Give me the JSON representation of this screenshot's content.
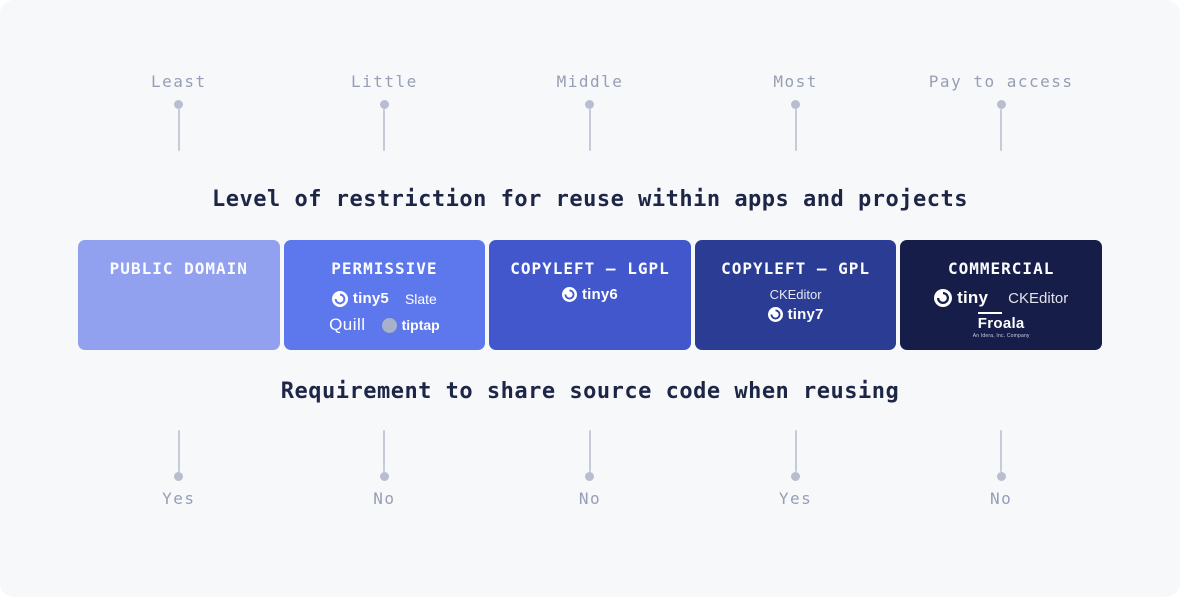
{
  "scale_top": {
    "labels": [
      "Least",
      "Little",
      "Middle",
      "Most",
      "Pay to access"
    ]
  },
  "heading_top": "Level of restriction for reuse within apps and projects",
  "heading_bottom": "Requirement to share source code when reusing",
  "cards": [
    {
      "title": "PUBLIC DOMAIN",
      "bg": "#91a1f0"
    },
    {
      "title": "PERMISSIVE",
      "bg": "#5d77ec",
      "logos": {
        "tiny": "tiny5",
        "slate": "Slate",
        "quill": "Quill",
        "tiptap": "tiptap"
      }
    },
    {
      "title": "COPYLEFT – LGPL",
      "bg": "#4257cb",
      "logos": {
        "tiny": "tiny6"
      }
    },
    {
      "title": "COPYLEFT – GPL",
      "bg": "#2a3c93",
      "logos": {
        "ckeditor": "CKEditor",
        "tiny": "tiny7"
      }
    },
    {
      "title": "COMMERCIAL",
      "bg": "#161d49",
      "logos": {
        "tiny": "tiny",
        "ckeditor": "CKEditor",
        "froala": "Froala",
        "froala_sub": "An Idera, Inc. Company"
      }
    }
  ],
  "scale_bottom": {
    "labels": [
      "Yes",
      "No",
      "No",
      "Yes",
      "No"
    ]
  },
  "colors": {
    "panel_bg": "#f7f8fa",
    "heading_text": "#1d2647",
    "scale_text": "#979eb5",
    "marker_dot": "#b8bdd0",
    "marker_line": "#c6cad9"
  }
}
